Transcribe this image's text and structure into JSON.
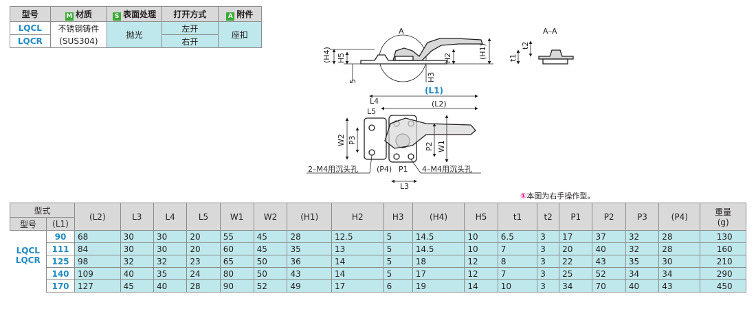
{
  "spec_table": {
    "headers": {
      "model": "型号",
      "material_badge": "M",
      "material": "材质",
      "surface_badge": "S",
      "surface": "表面处理",
      "open_method": "打开方式",
      "accessory_badge": "A",
      "accessory": "附件"
    },
    "rows": [
      {
        "model": "LQCL",
        "material": "不锈钢铸件",
        "surface": "抛光",
        "open_method": "左开",
        "accessory": "座扣"
      },
      {
        "model": "LQCR",
        "material": "(SUS304)",
        "open_method": "右开"
      }
    ]
  },
  "drawing": {
    "view_a": "A",
    "view_aa": "A–A",
    "labels": {
      "H4": "(H4)",
      "H5": "H5",
      "H1": "(H1)",
      "H2": "H2",
      "H3": "H3",
      "five": "5",
      "t1": "t1",
      "t2": "t2",
      "L1": "(L1)",
      "L2": "(L2)",
      "L4": "L4",
      "L5": "L5",
      "W2": "W2",
      "P3": "P3",
      "P2": "P2",
      "W1": "W1",
      "P4": "(P4)",
      "P1": "P1",
      "L3": "L3",
      "holes_left": "2–M4用沉头孔",
      "holes_right": "4–M4用沉头孔"
    }
  },
  "note": {
    "icon": "①",
    "text": "本图为右手操作型。"
  },
  "dim_table": {
    "header": {
      "type_group": "型式",
      "model": "型号",
      "L1": "(L1)",
      "cols": [
        "(L2)",
        "L3",
        "L4",
        "L5",
        "W1",
        "W2",
        "(H1)",
        "H2",
        "H3",
        "(H4)",
        "H5",
        "t1",
        "t2",
        "P1",
        "P2",
        "P3",
        "(P4)"
      ],
      "weight": "重量",
      "weight_unit": "(g)"
    },
    "series": [
      "LQCL",
      "LQCR"
    ],
    "rows": [
      {
        "L1": "90",
        "vals": [
          "68",
          "30",
          "30",
          "20",
          "55",
          "45",
          "28",
          "12.5",
          "5",
          "14.5",
          "10",
          "6.5",
          "3",
          "17",
          "37",
          "32",
          "28"
        ],
        "weight": "130"
      },
      {
        "L1": "111",
        "vals": [
          "84",
          "30",
          "30",
          "20",
          "60",
          "45",
          "35",
          "13",
          "5",
          "14.5",
          "10",
          "7",
          "3",
          "20",
          "40",
          "32",
          "28"
        ],
        "weight": "160"
      },
      {
        "L1": "125",
        "vals": [
          "98",
          "32",
          "32",
          "23",
          "65",
          "50",
          "36",
          "14",
          "5",
          "18",
          "12",
          "8",
          "3",
          "22",
          "43",
          "35",
          "30"
        ],
        "weight": "210"
      },
      {
        "L1": "140",
        "vals": [
          "109",
          "40",
          "35",
          "24",
          "80",
          "50",
          "43",
          "14",
          "5",
          "17",
          "12",
          "7",
          "3",
          "25",
          "52",
          "34",
          "34"
        ],
        "weight": "290"
      },
      {
        "L1": "170",
        "vals": [
          "127",
          "45",
          "40",
          "28",
          "90",
          "52",
          "49",
          "17",
          "6",
          "19",
          "14",
          "10",
          "3",
          "34",
          "70",
          "40",
          "43"
        ],
        "weight": "450"
      }
    ]
  }
}
